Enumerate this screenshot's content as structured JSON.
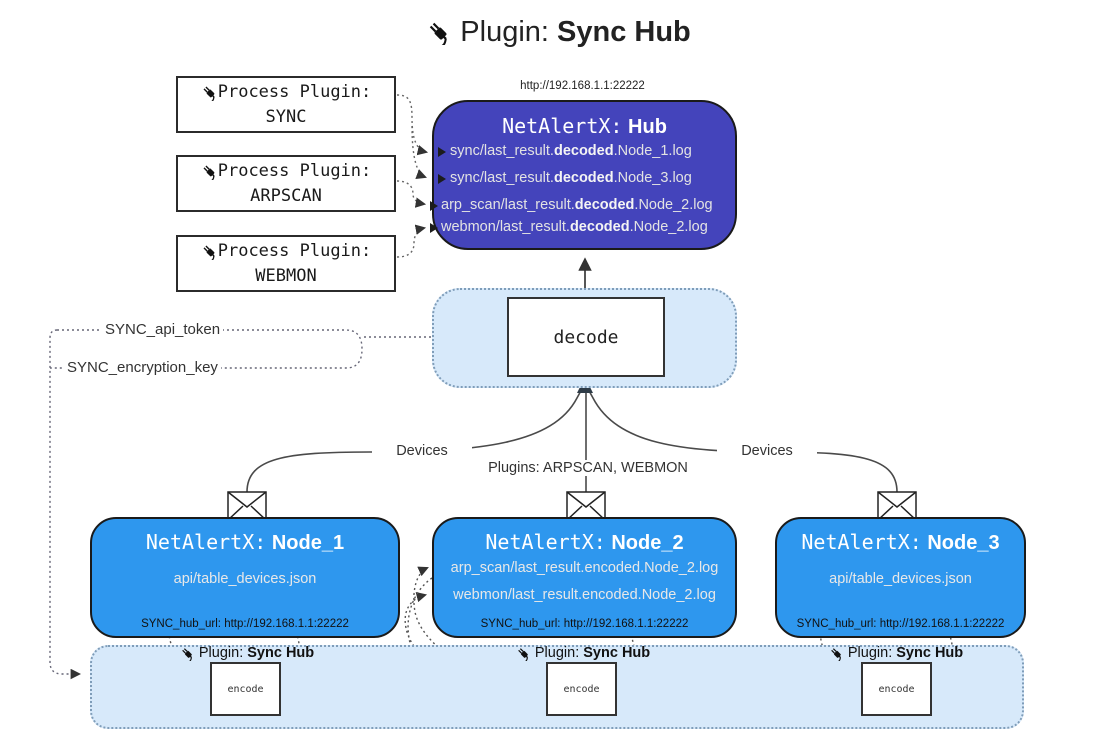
{
  "title": {
    "prefix": "Plugin:",
    "name": "Sync Hub"
  },
  "process_plugins": [
    {
      "label": "Process Plugin:",
      "name": "SYNC"
    },
    {
      "label": "Process Plugin:",
      "name": "ARPSCAN"
    },
    {
      "label": "Process Plugin:",
      "name": "WEBMON"
    }
  ],
  "hub": {
    "url": "http://192.168.1.1:22222",
    "prefix": "NetAlertX:",
    "name": "Hub",
    "logs": [
      {
        "pre": "sync/last_result.",
        "bold": "decoded",
        "post": ".Node_1.log"
      },
      {
        "pre": "sync/last_result.",
        "bold": "decoded",
        "post": ".Node_3.log"
      },
      {
        "pre": "arp_scan/last_result.",
        "bold": "decoded",
        "post": ".Node_2.log"
      },
      {
        "pre": "webmon/last_result.",
        "bold": "decoded",
        "post": ".Node_2.log"
      }
    ]
  },
  "decode_label": "decode",
  "token_labels": {
    "api": "SYNC_api_token",
    "key": "SYNC_encryption_key"
  },
  "edge_labels": {
    "left": "Devices",
    "center": "Plugins: ARPSCAN, WEBMON",
    "right": "Devices"
  },
  "nodes": [
    {
      "prefix": "NetAlertX:",
      "name": "Node_1",
      "files": [
        "api/table_devices.json"
      ],
      "hub_url": "SYNC_hub_url: http://192.168.1.1:22222"
    },
    {
      "prefix": "NetAlertX:",
      "name": "Node_2",
      "files": [
        "arp_scan/last_result.encoded.Node_2.log",
        "webmon/last_result.encoded.Node_2.log"
      ],
      "hub_url": "SYNC_hub_url: http://192.168.1.1:22222"
    },
    {
      "prefix": "NetAlertX:",
      "name": "Node_3",
      "files": [
        "api/table_devices.json"
      ],
      "hub_url": "SYNC_hub_url: http://192.168.1.1:22222"
    }
  ],
  "encoders": [
    {
      "prefix": "Plugin:",
      "name": "Sync Hub",
      "box": "encode"
    },
    {
      "prefix": "Plugin:",
      "name": "Sync Hub",
      "box": "encode"
    },
    {
      "prefix": "Plugin:",
      "name": "Sync Hub",
      "box": "encode"
    }
  ],
  "colors": {
    "hub": "#4444bb",
    "node": "#2e97ee",
    "zone": "#d7e9fa",
    "zoneborder": "#7f9db9"
  }
}
